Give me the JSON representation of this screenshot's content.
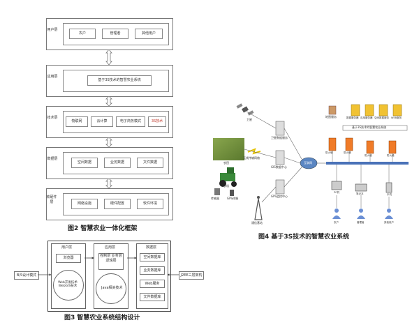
{
  "fig2": {
    "layers": [
      {
        "label": "用户层",
        "items": [
          "农户",
          "管理者",
          "其他用户"
        ]
      },
      {
        "label": "应用层",
        "items": [
          "基于3S技术的智慧农业系统"
        ]
      },
      {
        "label": "技术层",
        "items": [
          "物联网",
          "云计算",
          "电子商务模式",
          "3S技术"
        ]
      },
      {
        "label": "数据层",
        "items": [
          "空间数据",
          "业务数据",
          "文件数据"
        ]
      },
      {
        "label": "软硬件层",
        "items": [
          "网络设施",
          "硬件配置",
          "软件环境"
        ]
      }
    ],
    "caption": "图2  智慧农业一体化框架"
  },
  "fig3": {
    "left_label": "B/S设计模式",
    "right_label": "J2EE三层架构",
    "user_layer": {
      "title": "用户层",
      "box": "浏览器",
      "circle": "Web开发技术 WebGIS技术"
    },
    "app_layer": {
      "title": "应用层",
      "box": "控制层 业务层 逻辑层",
      "circle": "Java相关技术"
    },
    "data_layer": {
      "title": "数据层",
      "items": [
        "空间数据库",
        "业务数据库",
        "Web服务",
        "文件数据库"
      ]
    },
    "caption": "图3  智慧农业系统结构设计"
  },
  "fig4": {
    "labels": {
      "satellite": "卫星",
      "field": "农田",
      "tractor": "农机",
      "sensor": "传感器",
      "gps": "GPS终端",
      "tower": "通信基站",
      "server1": "卫星数据服务",
      "server2": "GIS数据中心",
      "server3": "GPS监控中心",
      "wireless": "无线传输网络",
      "router": "路由器",
      "network": "互联网",
      "sys_title": "基于3S技术的智慧农业系统",
      "srv_a": "数据服务器",
      "srv_b": "应用服务器",
      "srv_c": "空间数据服务",
      "srv_d": "WEB服务",
      "clients": [
        "农户",
        "管理者",
        "其他用户"
      ],
      "devices": [
        "PC机",
        "笔记本",
        "手机"
      ],
      "firewalls": [
        "防火墙",
        "防火墙",
        "防火墙",
        "防火墙"
      ],
      "other_left": "地图服务"
    },
    "caption": "图4  基于3S技术的智慧农业系统"
  }
}
